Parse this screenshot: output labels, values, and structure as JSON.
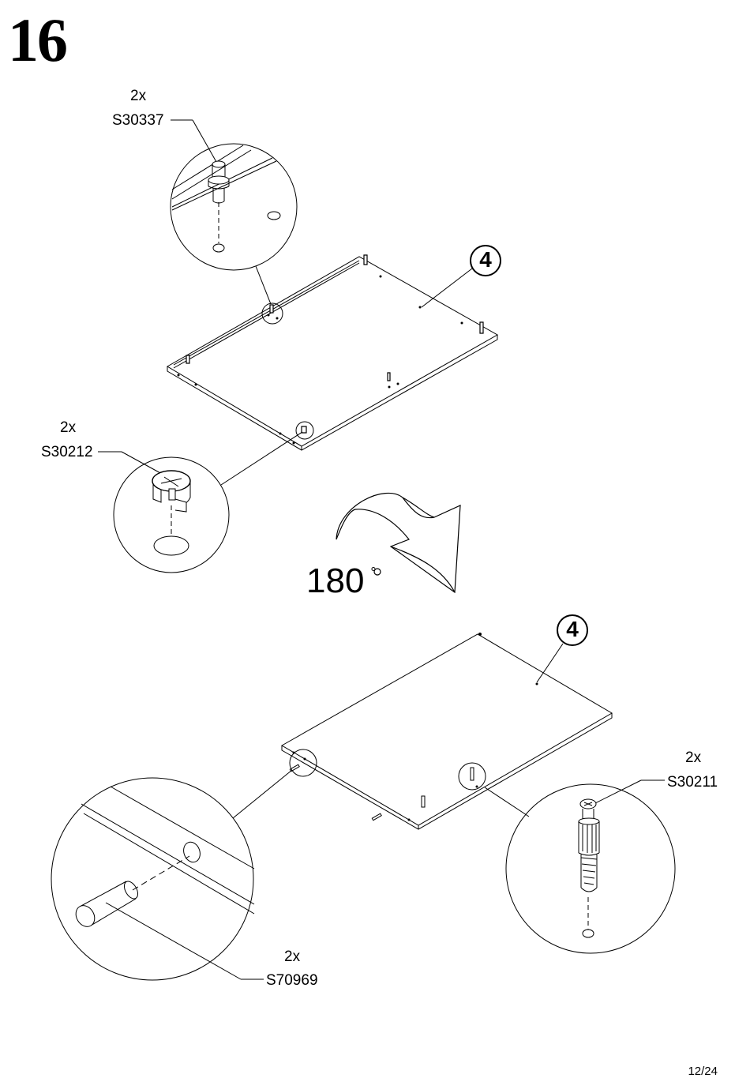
{
  "step": "16",
  "parts": [
    {
      "qty": "2x",
      "code": "S30337"
    },
    {
      "qty": "2x",
      "code": "S30212"
    },
    {
      "qty": "2x",
      "code": "S30211"
    },
    {
      "qty": "2x",
      "code": "S70969"
    }
  ],
  "panel_ref": "4",
  "rotation": "180",
  "degree_symbol": "°",
  "page": "12/24"
}
